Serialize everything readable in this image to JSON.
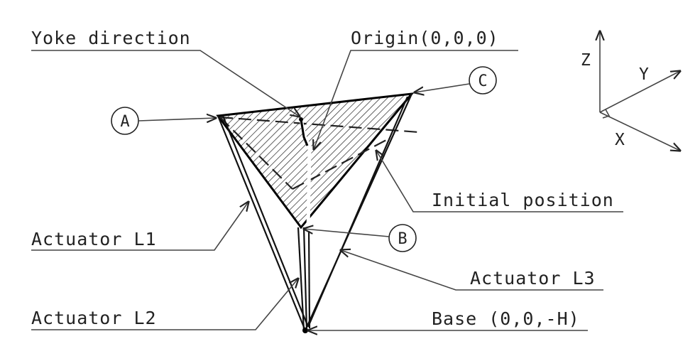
{
  "labels": {
    "yoke_direction": "Yoke direction",
    "origin": "Origin(0,0,0)",
    "initial_position": "Initial position",
    "actuator_l1": "Actuator L1",
    "actuator_l2": "Actuator L2",
    "actuator_l3": "Actuator L3",
    "base": "Base (0,0,-H)"
  },
  "points": {
    "a": "A",
    "b": "B",
    "c": "C"
  },
  "axes": {
    "x": "X",
    "y": "Y",
    "z": "Z"
  }
}
